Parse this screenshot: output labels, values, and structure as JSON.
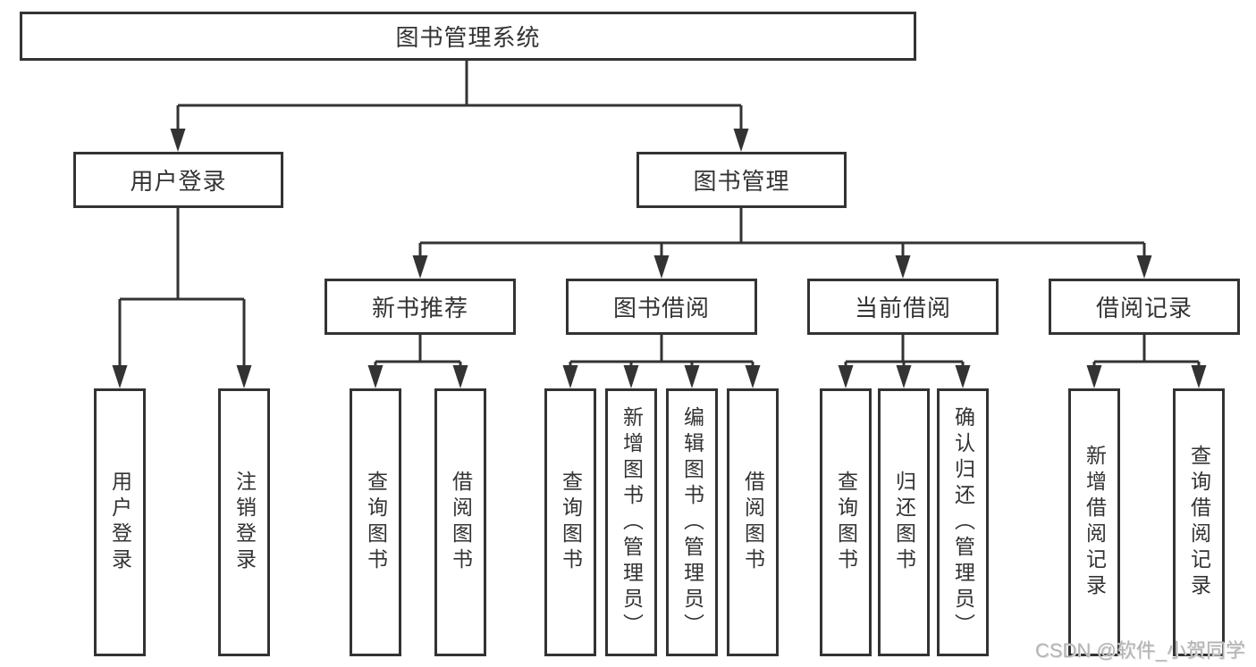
{
  "hierarchy": {
    "label": "图书管理系统",
    "children": [
      {
        "label": "用户登录",
        "children": [
          {
            "label": "用户登录"
          },
          {
            "label": "注销登录"
          }
        ]
      },
      {
        "label": "图书管理",
        "children": [
          {
            "label": "新书推荐",
            "children": [
              {
                "label": "查询图书"
              },
              {
                "label": "借阅图书"
              }
            ]
          },
          {
            "label": "图书借阅",
            "children": [
              {
                "label": "查询图书"
              },
              {
                "label": "新增图书（管理员）"
              },
              {
                "label": "编辑图书（管理员）"
              },
              {
                "label": "借阅图书"
              }
            ]
          },
          {
            "label": "当前借阅",
            "children": [
              {
                "label": "查询图书"
              },
              {
                "label": "归还图书"
              },
              {
                "label": "确认归还（管理员）"
              }
            ]
          },
          {
            "label": "借阅记录",
            "children": [
              {
                "label": "新增借阅记录"
              },
              {
                "label": "查询借阅记录"
              }
            ]
          }
        ]
      }
    ]
  },
  "watermark": {
    "text": "CSDN @软件_小贺同学"
  },
  "colors": {
    "line": "#333333",
    "box_fill": "#ffffff",
    "watermark": "#b3b3b3"
  }
}
